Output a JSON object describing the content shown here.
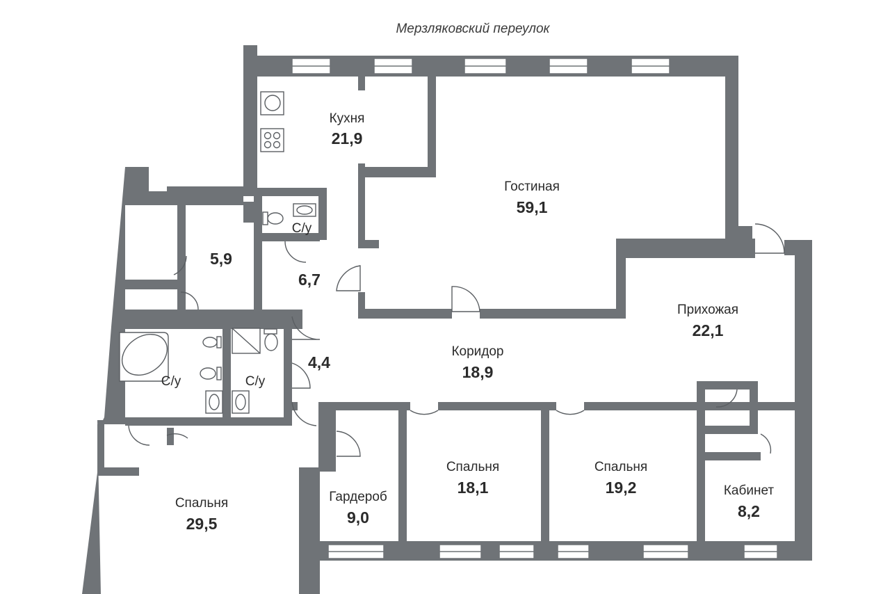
{
  "street": "Мерзляковский переулок",
  "rooms": [
    {
      "id": "kitchen",
      "name": "Кухня",
      "area": "21,9"
    },
    {
      "id": "living",
      "name": "Гостиная",
      "area": "59,1"
    },
    {
      "id": "hall",
      "name": "Прихожая",
      "area": "22,1"
    },
    {
      "id": "corridor",
      "name": "Коридор",
      "area": "18,9"
    },
    {
      "id": "storage1",
      "name": "",
      "area": "5,9"
    },
    {
      "id": "vestibule",
      "name": "",
      "area": "6,7"
    },
    {
      "id": "passage",
      "name": "",
      "area": "4,4"
    },
    {
      "id": "wc-small",
      "name": "С/у",
      "area": ""
    },
    {
      "id": "wc-left",
      "name": "С/у",
      "area": ""
    },
    {
      "id": "wc-mid",
      "name": "С/у",
      "area": ""
    },
    {
      "id": "bedroom-big",
      "name": "Спальня",
      "area": "29,5"
    },
    {
      "id": "wardrobe",
      "name": "Гардероб",
      "area": "9,0"
    },
    {
      "id": "bedroom-1",
      "name": "Спальня",
      "area": "18,1"
    },
    {
      "id": "bedroom-2",
      "name": "Спальня",
      "area": "19,2"
    },
    {
      "id": "study",
      "name": "Кабинет",
      "area": "8,2"
    }
  ],
  "icons": {
    "kitchen_sink": "sink-icon",
    "kitchen_stove": "stove-icon",
    "bathtub": "bathtub-icon",
    "toilet": "toilet-icon",
    "washbasin": "washbasin-icon",
    "shower": "shower-icon"
  },
  "colors": {
    "wall": "#6f7377",
    "background": "#ffffff",
    "text": "#2b2b2b"
  }
}
